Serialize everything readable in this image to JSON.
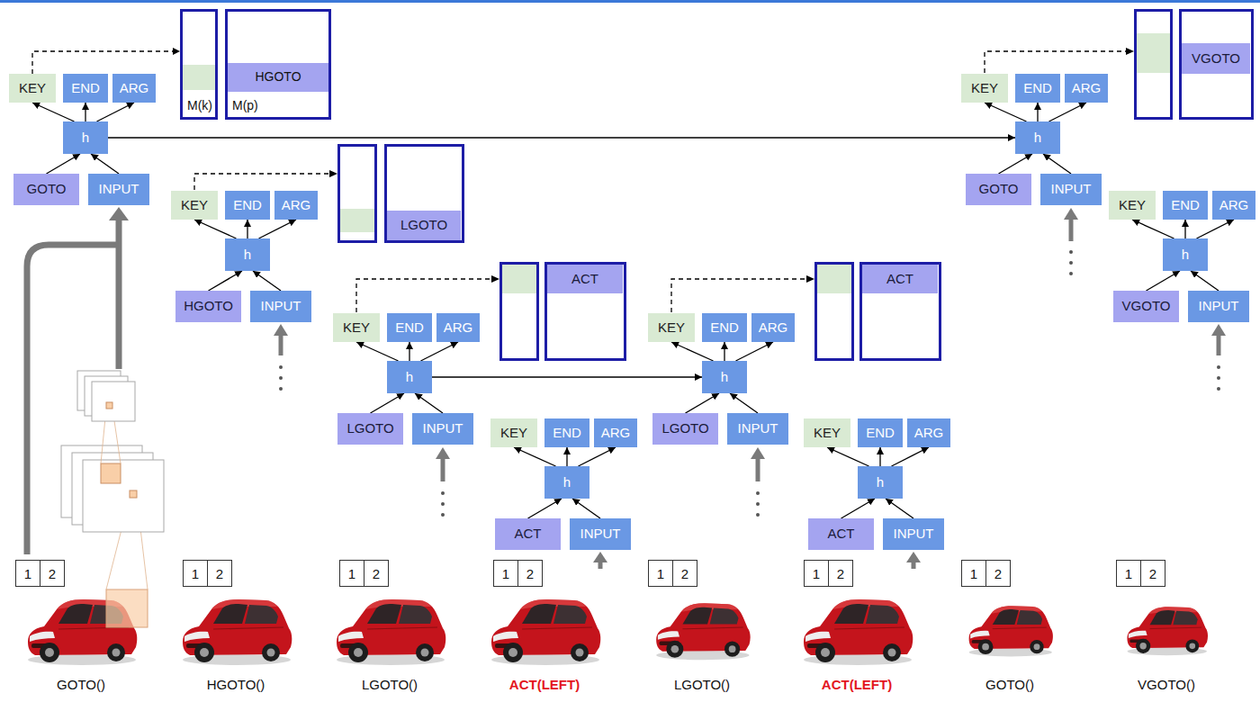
{
  "diagram": {
    "nodes": [
      {
        "text": [
          "KEY"
        ]
      },
      {
        "text": [
          "END"
        ]
      },
      {
        "text": [
          "ARG"
        ]
      },
      {
        "text": [
          "h"
        ]
      },
      {
        "text": [
          "GOTO"
        ]
      },
      {
        "text": [
          "INPUT"
        ]
      },
      {
        "text": [
          "M(k)"
        ]
      },
      {
        "text": [
          "M(p)"
        ]
      },
      {
        "text": [
          "HGOTO"
        ],
        "in": 7
      },
      {
        "text": [
          "KEY"
        ]
      },
      {
        "text": [
          "END"
        ]
      },
      {
        "text": [
          "ARG"
        ]
      },
      {
        "text": [
          "h"
        ]
      },
      {
        "text": [
          "HGOTO"
        ]
      },
      {
        "text": [
          "INPUT"
        ]
      },
      {
        "text": [
          "LGOTO"
        ]
      },
      {
        "text": [
          "KEY"
        ]
      },
      {
        "text": [
          "END"
        ]
      },
      {
        "text": [
          "ARG"
        ]
      },
      {
        "text": [
          "h"
        ]
      },
      {
        "text": [
          "LGOTO"
        ]
      },
      {
        "text": [
          "INPUT"
        ]
      },
      {
        "text": [
          "ACT"
        ]
      },
      {
        "text": [
          "KEY"
        ]
      },
      {
        "text": [
          "END"
        ]
      },
      {
        "text": [
          "ARG"
        ]
      },
      {
        "text": [
          "h"
        ]
      },
      {
        "text": [
          "ACT"
        ]
      },
      {
        "text": [
          "INPUT"
        ]
      },
      {
        "text": [
          "KEY"
        ]
      },
      {
        "text": [
          "END"
        ]
      },
      {
        "text": [
          "ARG"
        ]
      },
      {
        "text": [
          "h"
        ]
      },
      {
        "text": [
          "LGOTO"
        ]
      },
      {
        "text": [
          "INPUT"
        ]
      },
      {
        "text": [
          "ACT"
        ]
      },
      {
        "text": [
          "KEY"
        ]
      },
      {
        "text": [
          "END"
        ]
      },
      {
        "text": [
          "ARG"
        ]
      },
      {
        "text": [
          "h"
        ]
      },
      {
        "text": [
          "ACT"
        ]
      },
      {
        "text": [
          "INPUT"
        ]
      },
      {
        "text": [
          "KEY"
        ]
      },
      {
        "text": [
          "END"
        ]
      },
      {
        "text": [
          "ARG"
        ]
      },
      {
        "text": [
          "h"
        ]
      },
      {
        "text": [
          "GOTO"
        ]
      },
      {
        "text": [
          "INPUT"
        ]
      },
      {
        "text": [
          "VGOTO"
        ]
      },
      {
        "text": [
          "KEY"
        ]
      },
      {
        "text": [
          "END"
        ]
      },
      {
        "text": [
          "ARG"
        ]
      },
      {
        "text": [
          "h"
        ]
      },
      {
        "text": [
          "VGOTO"
        ]
      },
      {
        "text": [
          "INPUT"
        ]
      }
    ],
    "edges": [
      {
        "from": 4,
        "to": 3,
        "arrow": "to"
      },
      {
        "from": 5,
        "to": 3,
        "arrow": "to"
      },
      {
        "from": 3,
        "to": 0,
        "arrow": "to"
      },
      {
        "from": 3,
        "to": 1,
        "arrow": "to"
      },
      {
        "from": 3,
        "to": 2,
        "arrow": "to"
      },
      {
        "from": 0,
        "to": 6,
        "arrow": "to"
      },
      {
        "from": 3,
        "to": 45,
        "arrow": "to"
      },
      {
        "from": 13,
        "to": 12,
        "arrow": "to"
      },
      {
        "from": 14,
        "to": 12,
        "arrow": "to"
      },
      {
        "from": 12,
        "to": 9,
        "arrow": "to"
      },
      {
        "from": 12,
        "to": 10,
        "arrow": "to"
      },
      {
        "from": 12,
        "to": 11,
        "arrow": "to"
      },
      {
        "from": 20,
        "to": 19,
        "arrow": "to"
      },
      {
        "from": 21,
        "to": 19,
        "arrow": "to"
      },
      {
        "from": 19,
        "to": 16,
        "arrow": "to"
      },
      {
        "from": 19,
        "to": 17,
        "arrow": "to"
      },
      {
        "from": 19,
        "to": 18,
        "arrow": "to"
      },
      {
        "from": 19,
        "to": 32,
        "arrow": "to"
      },
      {
        "from": 27,
        "to": 26,
        "arrow": "to"
      },
      {
        "from": 28,
        "to": 26,
        "arrow": "to"
      },
      {
        "from": 26,
        "to": 23,
        "arrow": "to"
      },
      {
        "from": 26,
        "to": 24,
        "arrow": "to"
      },
      {
        "from": 26,
        "to": 25,
        "arrow": "to"
      },
      {
        "from": 33,
        "to": 32,
        "arrow": "to"
      },
      {
        "from": 34,
        "to": 32,
        "arrow": "to"
      },
      {
        "from": 32,
        "to": 29,
        "arrow": "to"
      },
      {
        "from": 32,
        "to": 30,
        "arrow": "to"
      },
      {
        "from": 32,
        "to": 31,
        "arrow": "to"
      },
      {
        "from": 40,
        "to": 39,
        "arrow": "to"
      },
      {
        "from": 41,
        "to": 39,
        "arrow": "to"
      },
      {
        "from": 39,
        "to": 36,
        "arrow": "to"
      },
      {
        "from": 39,
        "to": 37,
        "arrow": "to"
      },
      {
        "from": 39,
        "to": 38,
        "arrow": "to"
      },
      {
        "from": 46,
        "to": 45,
        "arrow": "to"
      },
      {
        "from": 47,
        "to": 45,
        "arrow": "to"
      },
      {
        "from": 45,
        "to": 42,
        "arrow": "to"
      },
      {
        "from": 45,
        "to": 43,
        "arrow": "to"
      },
      {
        "from": 45,
        "to": 44,
        "arrow": "to"
      },
      {
        "from": 53,
        "to": 52,
        "arrow": "to"
      },
      {
        "from": 54,
        "to": 52,
        "arrow": "to"
      },
      {
        "from": 52,
        "to": 49,
        "arrow": "to"
      },
      {
        "from": 52,
        "to": 50,
        "arrow": "to"
      },
      {
        "from": 52,
        "to": 51,
        "arrow": "to"
      }
    ],
    "labels": [
      "1",
      "2",
      "1",
      "2",
      "1",
      "2",
      "1",
      "2",
      "1",
      "2",
      "1",
      "2",
      "1",
      "2",
      "1",
      "2",
      "GOTO()",
      "HGOTO()",
      "LGOTO()",
      "ACT(LEFT)",
      "LGOTO()",
      "ACT(LEFT)",
      "GOTO()",
      "VGOTO()"
    ]
  }
}
